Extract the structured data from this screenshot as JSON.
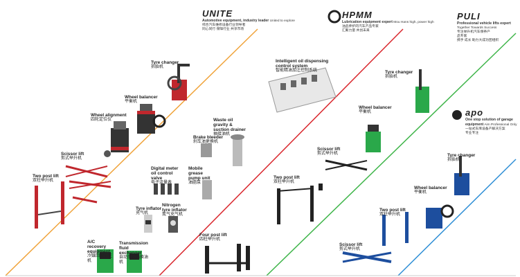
{
  "colors": {
    "orange": "#f0a33a",
    "red": "#d9262c",
    "green": "#3fb54a",
    "blue": "#2f8fd6"
  },
  "brands": [
    {
      "id": "unite",
      "logo": "UNITE",
      "title": "Automotive equipment, industry leader",
      "sub": "United to explore",
      "cn1": "综合汽车维修设备行业领导者",
      "cn2": "同心同行 保障行业 共享市场"
    },
    {
      "id": "hpmm",
      "logo": "HPMM",
      "title": "Lubrication equipment expert",
      "sub": "Mou Hans high, power high",
      "cn1": "油品养护的汽车产品专家",
      "cn2": "汇聚力量 共创未来"
    },
    {
      "id": "puli",
      "logo": "PULI",
      "title": "Professional vehicle lifts expert",
      "sub": "Together Towards Success",
      "cn1": "专注举升机汽车保养产",
      "cn2": "品专家",
      "cn3": "携手 成长 助力大成功团组织"
    },
    {
      "id": "apo",
      "logo": "apo",
      "title": "One stop solution of garage equipment",
      "sub": "Aim Professional Only",
      "cn1": "一站式车库设备产解决方案",
      "cn2": "专业专注"
    }
  ],
  "products": [
    {
      "name": "Tyre changer",
      "cn": "拆胎机"
    },
    {
      "name": "Wheel balancer",
      "cn": "平衡机"
    },
    {
      "name": "Wheel alignment",
      "cn": "四轮定位仪"
    },
    {
      "name": "Scissor lift",
      "cn": "剪式举升机"
    },
    {
      "name": "Two post lift",
      "cn": "双柱举升机"
    },
    {
      "name": "A/C recovery equipment",
      "cn": "冷媒回收加注机"
    },
    {
      "name": "Transmission fluid exchanger",
      "cn": "自动变速箱换油机"
    },
    {
      "name": "Tyre inflator",
      "cn": "充气机"
    },
    {
      "name": "Nitrogen tyre inflator",
      "cn": "氮气充气机"
    },
    {
      "name": "Digital meter oil control valve",
      "cn": "电子流量表"
    },
    {
      "name": "Mobile grease pump unit",
      "cn": "油脂泵"
    },
    {
      "name": "Brake bleeder",
      "cn": "刹车油更换机"
    },
    {
      "name": "Waste oil gravity & suction drainer",
      "cn": "抽接油机"
    },
    {
      "name": "Intelligent oil dispensing control system",
      "cn": "智能精油加注控制系统"
    },
    {
      "name": "Four post lift",
      "cn": "四柱举升机"
    },
    {
      "name": "Tyre changer",
      "cn": "拆胎机"
    },
    {
      "name": "Wheel balancer",
      "cn": "平衡机"
    },
    {
      "name": "Scissor lift",
      "cn": "剪式举升机"
    },
    {
      "name": "Two post lift",
      "cn": "双柱举升机"
    },
    {
      "name": "Tyre changer",
      "cn": "拆胎机"
    },
    {
      "name": "Wheel balancer",
      "cn": "平衡机"
    },
    {
      "name": "Two post lift",
      "cn": "双柱举升机"
    },
    {
      "name": "Scissor lift",
      "cn": "剪式举升机"
    }
  ]
}
